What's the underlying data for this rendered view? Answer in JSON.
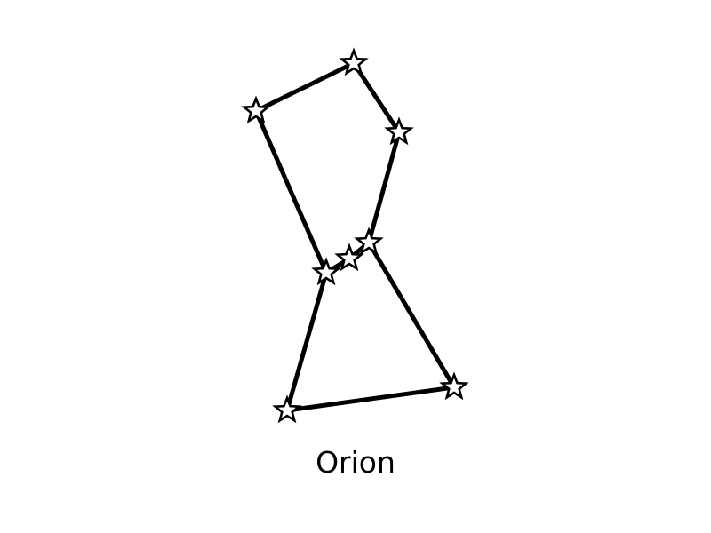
{
  "title": "Orion",
  "colors": {
    "background": "#ffffff",
    "line": "#000000",
    "star_fill": "#ffffff",
    "star_outline": "#000000"
  },
  "stars": [
    {
      "id": "star-1",
      "icon": "star-icon"
    },
    {
      "id": "star-2",
      "icon": "star-icon"
    },
    {
      "id": "star-3",
      "icon": "star-icon"
    },
    {
      "id": "star-4",
      "icon": "star-icon"
    },
    {
      "id": "star-5",
      "icon": "star-icon"
    },
    {
      "id": "star-6",
      "icon": "star-icon"
    },
    {
      "id": "star-7",
      "icon": "star-icon"
    },
    {
      "id": "star-8",
      "icon": "star-icon"
    }
  ],
  "connections": [
    [
      "star-1",
      "star-2"
    ],
    [
      "star-2",
      "star-3"
    ],
    [
      "star-3",
      "star-6"
    ],
    [
      "star-6",
      "star-5"
    ],
    [
      "star-5",
      "star-4"
    ],
    [
      "star-1",
      "star-4"
    ],
    [
      "star-4",
      "star-7"
    ],
    [
      "star-7",
      "star-8"
    ],
    [
      "star-8",
      "star-6"
    ]
  ]
}
